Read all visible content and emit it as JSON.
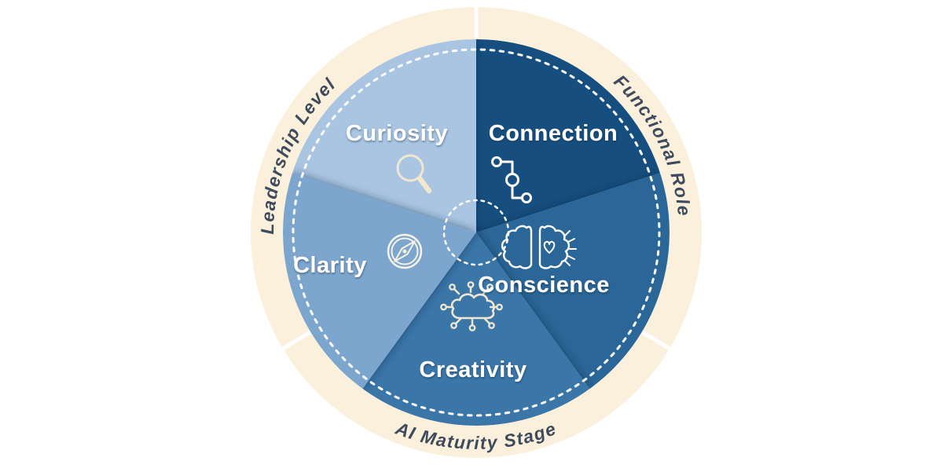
{
  "diagram": {
    "background_color": "#ffffff",
    "segment_label_color": "#ffffff",
    "divider_dash_color": "#ffffff",
    "ring": {
      "color": "#faf0dc",
      "label_color": "#3e4b5c",
      "labels": [
        {
          "text": "Leadership Level",
          "position": "upper-left"
        },
        {
          "text": "Functional Role",
          "position": "upper-right"
        },
        {
          "text": "AI Maturity Stage",
          "position": "bottom"
        }
      ]
    },
    "segments": [
      {
        "label": "Curiosity",
        "color": "#a9c5e2",
        "icon": "magnifier-icon",
        "icon_color": "#efe7d0"
      },
      {
        "label": "Connection",
        "color": "#15507f",
        "icon": "network-nodes-icon",
        "icon_color": "#ffffff"
      },
      {
        "label": "Clarity",
        "color": "#7da6ce",
        "icon": "compass-icon",
        "icon_color": "#f6f2e6"
      },
      {
        "label": "Conscience",
        "color": "#2b6697",
        "icon": "brain-heart-icon",
        "icon_color": "#ffffff"
      },
      {
        "label": "Creativity",
        "color": "#3a76a9",
        "icon": "cloud-network-icon",
        "icon_color": "#efe7d0"
      }
    ]
  }
}
